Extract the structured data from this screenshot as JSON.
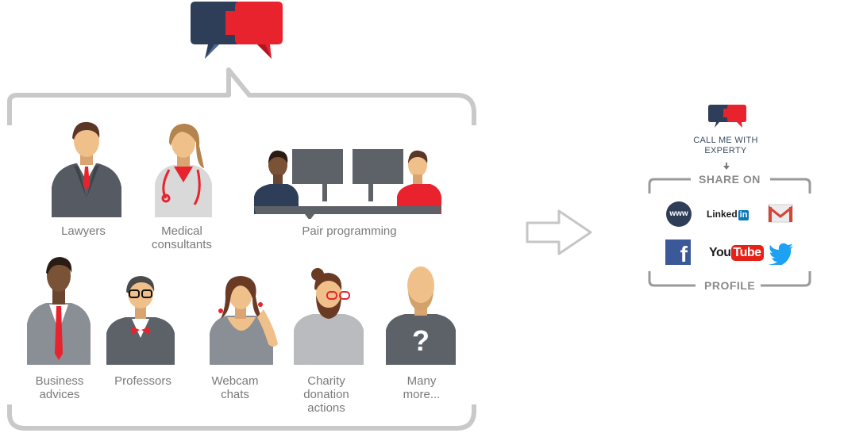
{
  "left": {
    "items": [
      {
        "label": "Lawyers"
      },
      {
        "label": "Medical consultants"
      },
      {
        "label": "Pair programming"
      },
      {
        "label": "Business advices"
      },
      {
        "label": "Professors"
      },
      {
        "label": "Webcam chats"
      },
      {
        "label": "Charity donation actions"
      },
      {
        "label": "Many more..."
      }
    ]
  },
  "right": {
    "cta_line1": "CALL ME WITH",
    "cta_line2": "EXPERTY",
    "share_on": "SHARE ON",
    "profile": "PROFILE",
    "networks": [
      {
        "name": "www-icon",
        "text": "www"
      },
      {
        "name": "linkedin-icon",
        "text": "Linked"
      },
      {
        "name": "gmail-icon",
        "text": ""
      },
      {
        "name": "facebook-icon",
        "text": "f"
      },
      {
        "name": "youtube-icon",
        "text": "You"
      },
      {
        "name": "twitter-icon",
        "text": ""
      }
    ],
    "youtube_tube": "Tube",
    "linkedin_in": "in"
  },
  "colors": {
    "brand_blue": "#2f3e58",
    "brand_red": "#e8232e",
    "frame_gray": "#c9c9c9",
    "label_gray": "#7a7a7a"
  }
}
